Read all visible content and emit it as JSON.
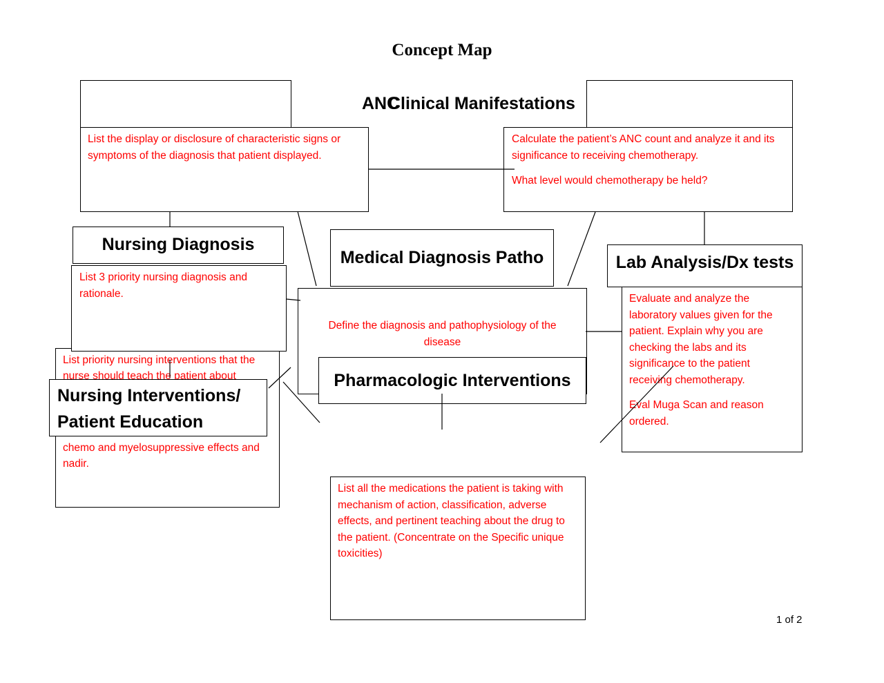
{
  "title": "Concept Map",
  "anc_overlap": "ANC",
  "clinical_manifestations": {
    "label": "Clinical Manifestations",
    "prompt": "List the display or disclosure of characteristic signs or symptoms of the diagnosis that patient displayed."
  },
  "anc": {
    "prompt1": "Calculate the patient’s ANC count and analyze it and its significance to receiving chemotherapy.",
    "prompt2": "What level would chemotherapy be held?"
  },
  "nursing_diagnosis": {
    "label": "Nursing Diagnosis",
    "prompt": "List 3 priority nursing diagnosis and rationale."
  },
  "medical_diagnosis": {
    "label": "Medical Diagnosis Patho",
    "prompt": "Define the diagnosis and pathophysiology of the disease"
  },
  "lab_analysis": {
    "label": "Lab Analysis/Dx tests",
    "prompt1": "Evaluate and analyze the laboratory values given for the patient. Explain why you are checking the labs and its significance to the patient receiving chemotherapy.",
    "prompt2": "Eval Muga Scan and reason ordered."
  },
  "nursing_interventions": {
    "label_line1": "Nursing Interventions/",
    "label_line2": "Patient Education",
    "prompt_line1": "List priority nursing interventions that the",
    "prompt_line2": "nurse should teach the patient about",
    "prompt_hidden": "chemo and myelosuppressive effects and",
    "prompt_end": "nadir."
  },
  "pharmacologic": {
    "label": "Pharmacologic Interventions",
    "prompt": "List all the medications the patient is taking with mechanism of action, classification, adverse effects, and pertinent teaching about the drug to the patient.  (Concentrate on the Specific unique toxicities)"
  },
  "page_number": "1 of 2",
  "colors": {
    "prompt_text": "#ff0000",
    "border": "#000000"
  }
}
